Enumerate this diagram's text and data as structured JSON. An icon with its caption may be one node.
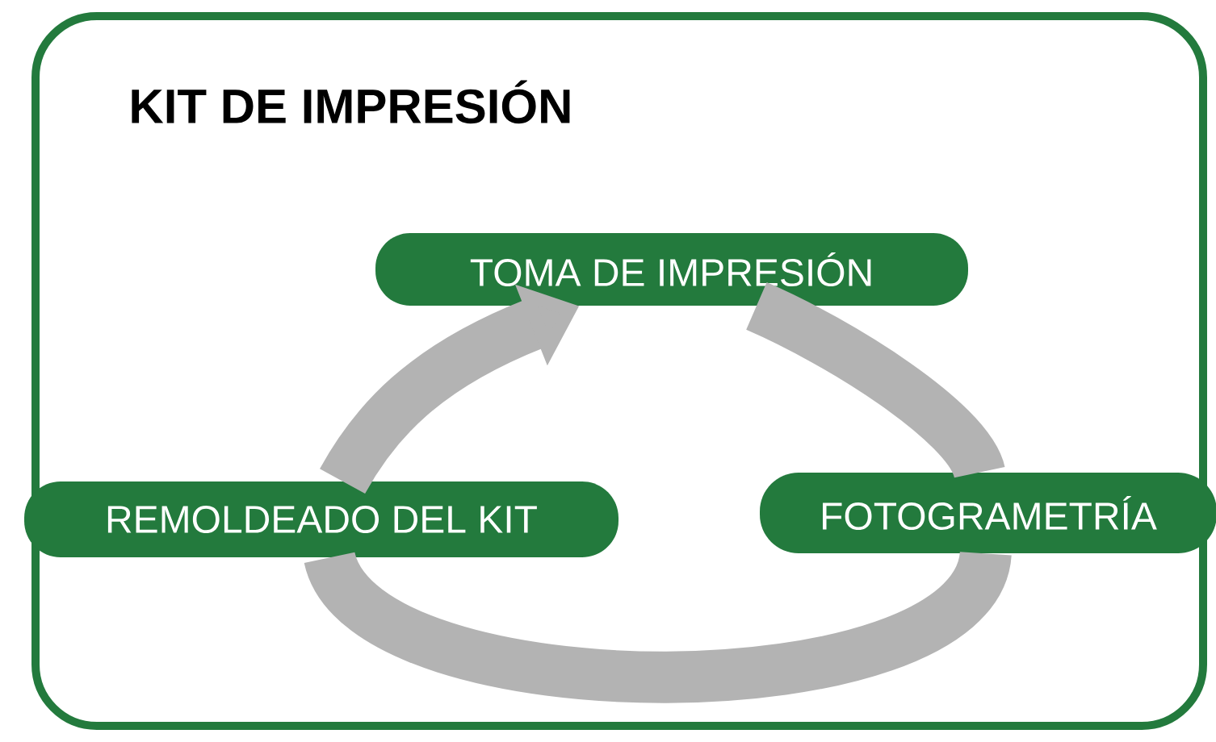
{
  "diagram": {
    "nodes": [
      {
        "text": [
          "KIT DE IMPRESIÓN"
        ]
      },
      {
        "text": [
          "TOMA DE IMPRESIÓN"
        ],
        "in": 0
      },
      {
        "text": [
          "FOTOGRAMETRÍA"
        ],
        "in": 0
      },
      {
        "text": [
          "REMOLDEADO DEL KIT"
        ],
        "in": 0
      }
    ],
    "edges": [
      {
        "from": 3,
        "to": 1,
        "arrow": "to"
      },
      {
        "from": 1,
        "to": 2,
        "arrow": "none"
      },
      {
        "from": 2,
        "to": 3,
        "arrow": "none"
      }
    ]
  }
}
